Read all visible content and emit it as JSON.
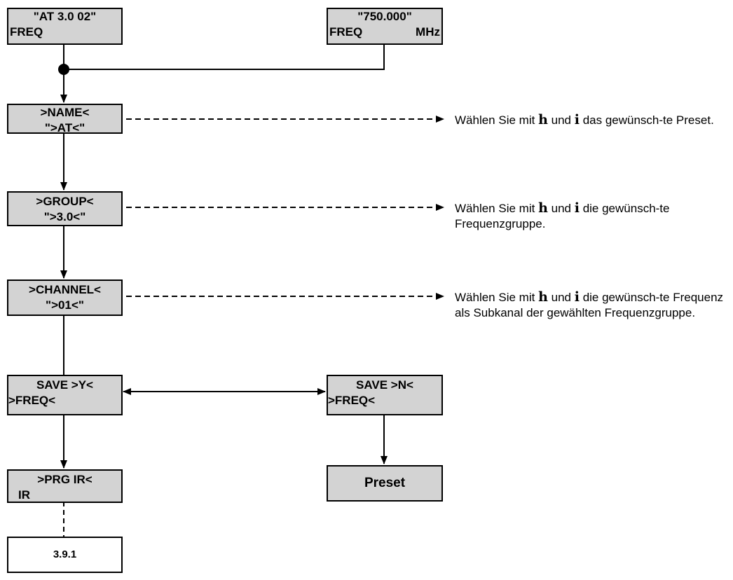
{
  "colors": {
    "box_fill": "#d3d3d3",
    "box_white": "#ffffff",
    "line": "#000000"
  },
  "boxes": {
    "start": {
      "line1": "\"AT 3.0 02\"",
      "line2": "FREQ"
    },
    "freq_display": {
      "line1": "\"750.000\"",
      "line2_left": "FREQ",
      "line2_right": "MHz"
    },
    "name": {
      "line1": ">NAME<",
      "line2": "\">AT<\""
    },
    "group": {
      "line1": ">GROUP<",
      "line2": "\">3.0<\""
    },
    "channel": {
      "line1": ">CHANNEL<",
      "line2": "\">01<\""
    },
    "save_y": {
      "line1": "SAVE >Y<",
      "line2": ">FREQ<"
    },
    "save_n": {
      "line1": "SAVE >N<",
      "line2": ">FREQ<"
    },
    "prg_ir": {
      "line1": ">PRG IR<",
      "line2": "IR"
    },
    "preset": {
      "label": "Preset"
    },
    "ref": {
      "label": "3.9.1"
    }
  },
  "notes": {
    "name": {
      "before": "Wählen Sie mit",
      "key1": "h",
      "mid": "und",
      "key2": "i",
      "after": "das gewünsch-te Preset."
    },
    "group": {
      "before": "Wählen Sie mit",
      "key1": "h",
      "mid": "und",
      "key2": "i",
      "after": "die gewünsch-te Frequenzgruppe."
    },
    "channel": {
      "before": "Wählen Sie mit",
      "key1": "h",
      "mid": "und",
      "key2": "i",
      "after": "die gewünsch-te Frequenz als Subkanal der gewählten Frequenzgruppe."
    }
  }
}
